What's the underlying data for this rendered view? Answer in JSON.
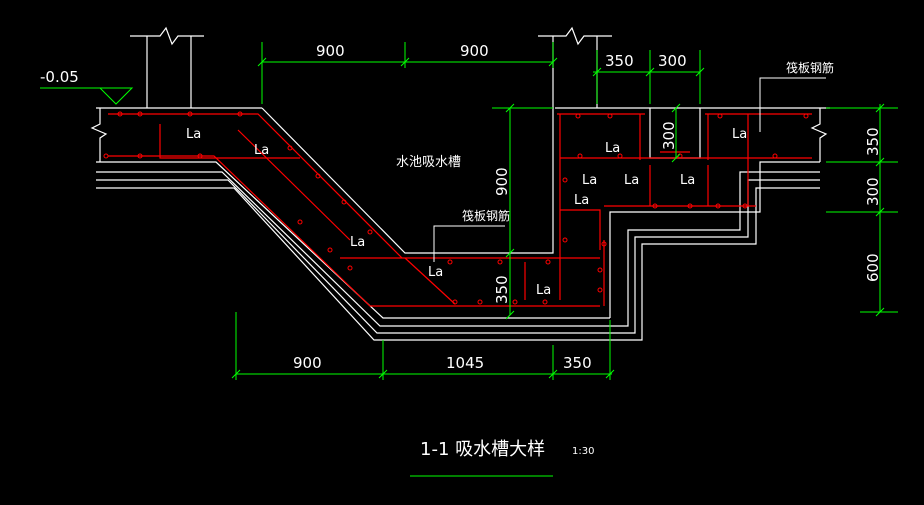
{
  "colors": {
    "background": "#000000",
    "outline": "#ffffff",
    "rebar": "#ff0000",
    "dimension": "#00ff00",
    "leader": "#ffffff"
  },
  "elevation": "-0.05",
  "top_dims": [
    "900",
    "900",
    "350",
    "300"
  ],
  "bottom_dims": [
    "900",
    "1045",
    "350"
  ],
  "right_dims": [
    "350",
    "300",
    "600"
  ],
  "inner_dims": {
    "slot_depth": "300",
    "pit_depth": "900",
    "bottom_thick": "350"
  },
  "pit_name": "水池吸水槽",
  "raft_rebar_note": "筏板钢筋",
  "anchor_label": "La",
  "title": "1-1  吸水槽大样",
  "scale": "1:30"
}
